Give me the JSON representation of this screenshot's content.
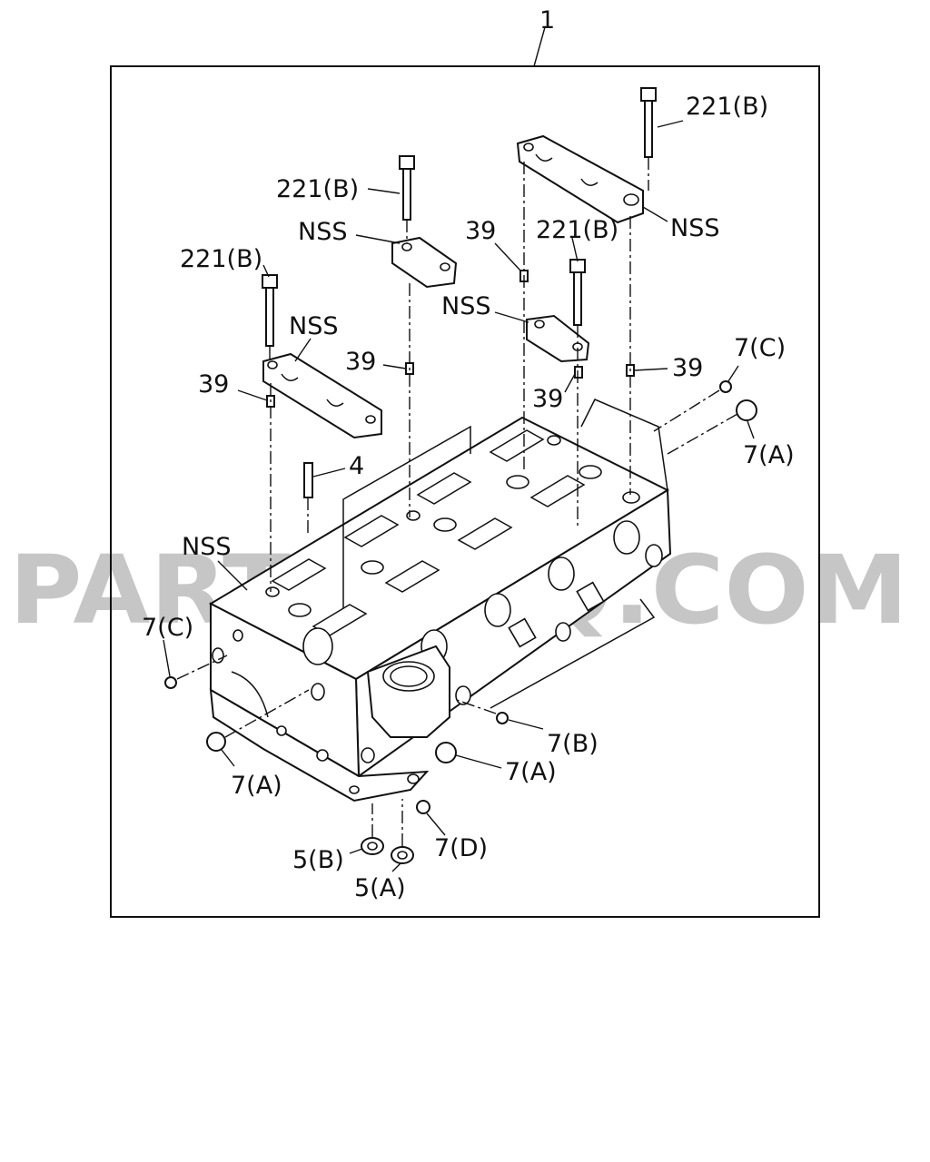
{
  "watermark": "PARTSOUQ.COM",
  "callouts": {
    "assembly": "1",
    "bolt_rear": "221(B)",
    "bolt_mid_left": "221(B)",
    "bolt_front": "221(B)",
    "bolt_center": "221(B)",
    "nss_rear_cap": "NSS",
    "nss_mid_cap": "NSS",
    "nss_front_cap": "NSS",
    "nss_center_cap": "NSS",
    "nss_head": "NSS",
    "dowel_rear_a": "39",
    "dowel_mid": "39",
    "dowel_front": "39",
    "dowel_center": "39",
    "dowel_rear_b": "39",
    "stud": "4",
    "plug_c_right": "7(C)",
    "plug_a_right": "7(A)",
    "plug_c_left": "7(C)",
    "plug_a_left": "7(A)",
    "plug_b": "7(B)",
    "plug_a_front": "7(A)",
    "plug_d": "7(D)",
    "seal_b": "5(B)",
    "seal_a": "5(A)"
  }
}
